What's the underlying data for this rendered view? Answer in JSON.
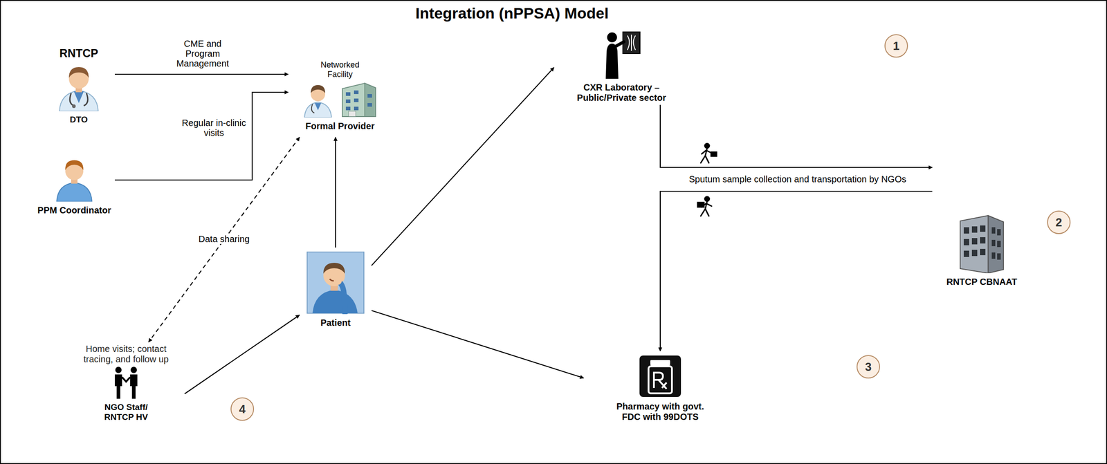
{
  "diagram": {
    "title": "Integration (nPPSA) Model",
    "nodes": [
      {
        "text": [
          "RNTCP",
          "DTO"
        ]
      },
      {
        "text": [
          "Networked Facility",
          "Formal Provider"
        ]
      },
      {
        "text": [
          "PPM Coordinator"
        ]
      },
      {
        "text": [
          "Patient"
        ]
      },
      {
        "text": [
          "CXR Laboratory – Public/Private sector"
        ]
      },
      {
        "text": [
          "RNTCP CBNAAT"
        ]
      },
      {
        "text": [
          "Pharmacy with govt. FDC with 99DOTS"
        ]
      },
      {
        "text": [
          "Home visits; contact tracing, and follow up",
          "NGO Staff/ RNTCP HV"
        ]
      }
    ],
    "edges": [
      {
        "from": 0,
        "to": 1,
        "label": "CME and Program Management",
        "arrow": "to"
      },
      {
        "from": 2,
        "to": 1,
        "label": "Regular in-clinic visits",
        "arrow": "to"
      },
      {
        "from": 3,
        "to": 1,
        "arrow": "to"
      },
      {
        "from": 1,
        "to": 7,
        "label": "Data sharing",
        "arrow": "both"
      },
      {
        "from": 7,
        "to": 3,
        "arrow": "to"
      },
      {
        "from": 3,
        "to": 4,
        "arrow": "to"
      },
      {
        "from": 4,
        "to": 5,
        "label": "Sputum sample collection and transportation by NGOs",
        "arrow": "to"
      },
      {
        "from": 5,
        "to": 6,
        "arrow": "to"
      },
      {
        "from": 3,
        "to": 6,
        "arrow": "to"
      }
    ],
    "labels": [
      "1",
      "2",
      "3",
      "4"
    ]
  }
}
